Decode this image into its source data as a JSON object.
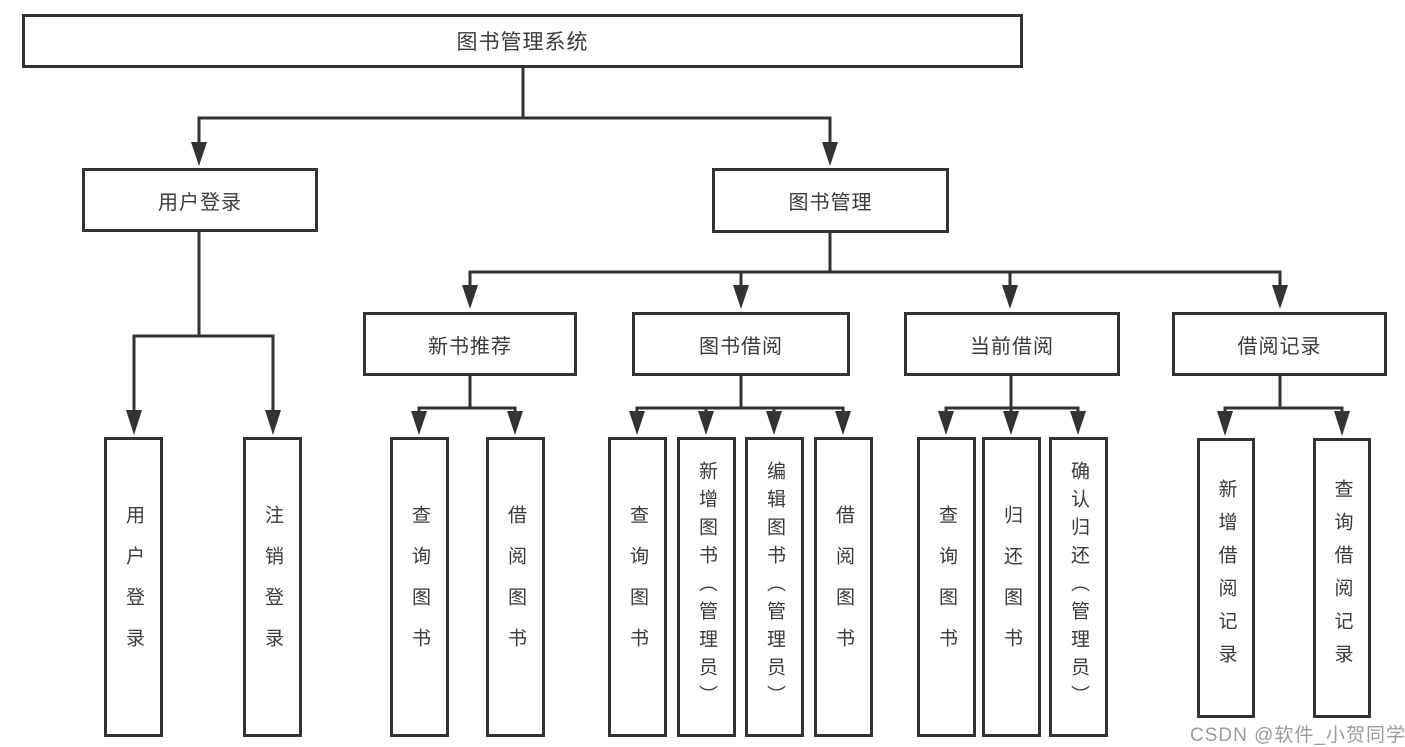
{
  "diagram": {
    "label": "图书管理系统",
    "children": [
      {
        "label": "用户登录",
        "children": [
          {
            "label": "用户登录"
          },
          {
            "label": "注销登录"
          }
        ]
      },
      {
        "label": "图书管理",
        "children": [
          {
            "label": "新书推荐",
            "children": [
              {
                "label": "查询图书"
              },
              {
                "label": "借阅图书"
              }
            ]
          },
          {
            "label": "图书借阅",
            "children": [
              {
                "label": "查询图书"
              },
              {
                "label": "新增图书（管理员）"
              },
              {
                "label": "编辑图书（管理员）"
              },
              {
                "label": "借阅图书"
              }
            ]
          },
          {
            "label": "当前借阅",
            "children": [
              {
                "label": "查询图书"
              },
              {
                "label": "归还图书"
              },
              {
                "label": "确认归还（管理员）"
              }
            ]
          },
          {
            "label": "借阅记录",
            "children": [
              {
                "label": "新增借阅记录"
              },
              {
                "label": "查询借阅记录"
              }
            ]
          }
        ]
      }
    ]
  },
  "watermark": {
    "text": "CSDN @软件_小贺同学"
  },
  "colors": {
    "line": "#333333",
    "node_text": "#3a3a3a",
    "watermark": "#9c9c9c",
    "background": "#ffffff"
  }
}
